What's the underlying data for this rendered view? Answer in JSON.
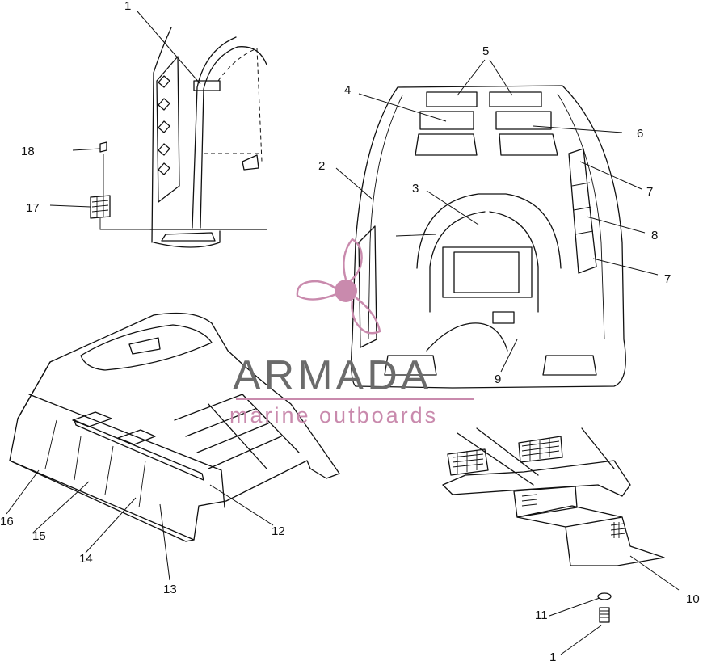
{
  "callouts": [
    {
      "id": "c1a",
      "label": "1"
    },
    {
      "id": "c2",
      "label": "2"
    },
    {
      "id": "c3",
      "label": "3"
    },
    {
      "id": "c4",
      "label": "4"
    },
    {
      "id": "c5",
      "label": "5"
    },
    {
      "id": "c6",
      "label": "6"
    },
    {
      "id": "c7a",
      "label": "7"
    },
    {
      "id": "c8",
      "label": "8"
    },
    {
      "id": "c7b",
      "label": "7"
    },
    {
      "id": "c9",
      "label": "9"
    },
    {
      "id": "c10",
      "label": "10"
    },
    {
      "id": "c11",
      "label": "11"
    },
    {
      "id": "c1b",
      "label": "1"
    },
    {
      "id": "c12",
      "label": "12"
    },
    {
      "id": "c13",
      "label": "13"
    },
    {
      "id": "c14",
      "label": "14"
    },
    {
      "id": "c15",
      "label": "15"
    },
    {
      "id": "c16",
      "label": "16"
    },
    {
      "id": "c17",
      "label": "17"
    },
    {
      "id": "c18",
      "label": "18"
    }
  ],
  "watermark": {
    "brand": "ARMADA",
    "tagline": "marine outboards",
    "brand_color": "#6b6b6b",
    "accent_color": "#c98aad",
    "logo_icon": "propeller-icon"
  }
}
